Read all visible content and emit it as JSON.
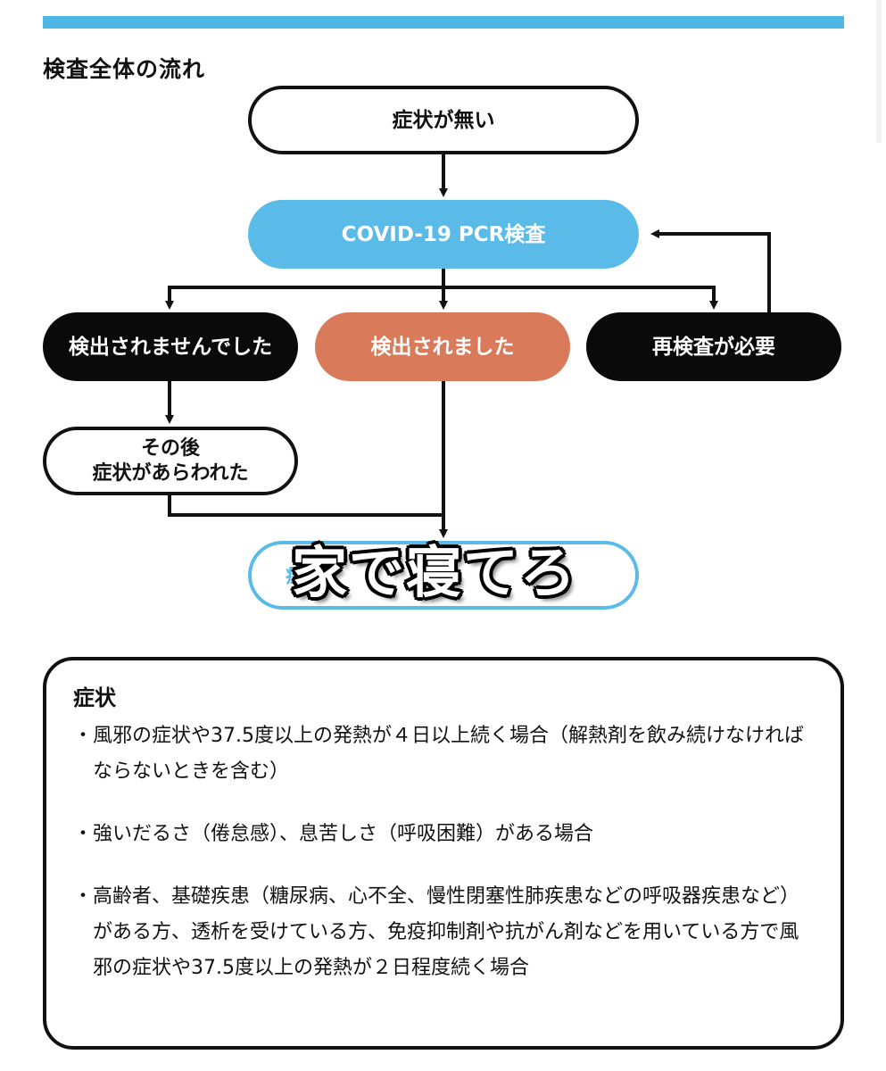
{
  "title": "検査全体の流れ",
  "flow": {
    "no_symptoms": "症状が無い",
    "pcr": "COVID-19 PCR検査",
    "negative": "検出されませんでした",
    "positive": "検出されました",
    "retest": "再検査が必要",
    "after_line1": "その後",
    "after_line2": "症状があらわれた",
    "bottom_partial": "症"
  },
  "overlay_caption": "家で寝てろ",
  "symptoms": {
    "title": "症状",
    "bullet": "・",
    "items": [
      "風邪の症状や37.5度以上の発熱が４日以上続く場合（解熱剤を飲み続けなければならないときを含む）",
      "強いだるさ（倦怠感）、息苦しさ（呼吸困難）がある場合",
      "高齢者、基礎疾患（糖尿病、心不全、慢性閉塞性肺疾患などの呼吸器疾患など）がある方、透析を受けている方、免疫抑制剤や抗がん剤などを用いている方で風邪の症状や37.5度以上の発熱が２日程度続く場合"
    ]
  },
  "colors": {
    "accent_blue": "#5bbbe8",
    "positive_orange": "#d97a5a",
    "dark": "#0a0a0a"
  }
}
